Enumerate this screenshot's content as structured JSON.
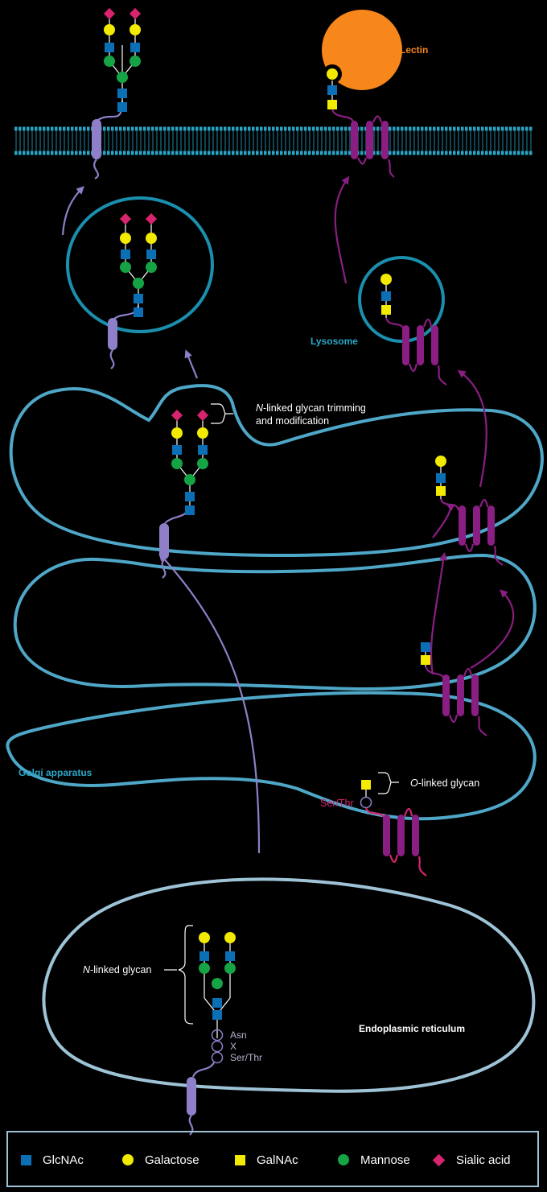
{
  "labels": {
    "lectin": "Lectin",
    "lysosome": "Lysosome",
    "n_trim_line1": "N-linked glycan trimming",
    "n_trim_line2": "and modification",
    "o_linked": "O-linked glycan",
    "ser_thr_golgi": "Ser/Thr",
    "golgi": "Golgi apparatus",
    "n_linked": "N-linked glycan",
    "asn": "Asn",
    "x": "X",
    "ser_thr_er": "Ser/Thr",
    "er": "Endoplasmic reticulum"
  },
  "legend": {
    "glcnac": "GlcNAc",
    "galactose": "Galactose",
    "galnac": "GalNAc",
    "mannose": "Mannose",
    "sialic": "Sialic acid"
  },
  "colors": {
    "glcnac": "#0b6fb6",
    "galactose": "#f2ea00",
    "galnac": "#f2ea00",
    "mannose": "#16a345",
    "sialic": "#d6246e",
    "lectin": "#f7861b",
    "membrane": "#2aa7c7",
    "organelle": "#4fa7c8",
    "er": "#9fc3d6",
    "n_protein": "#8f7fc8",
    "o_protein": "#8a1e82"
  }
}
